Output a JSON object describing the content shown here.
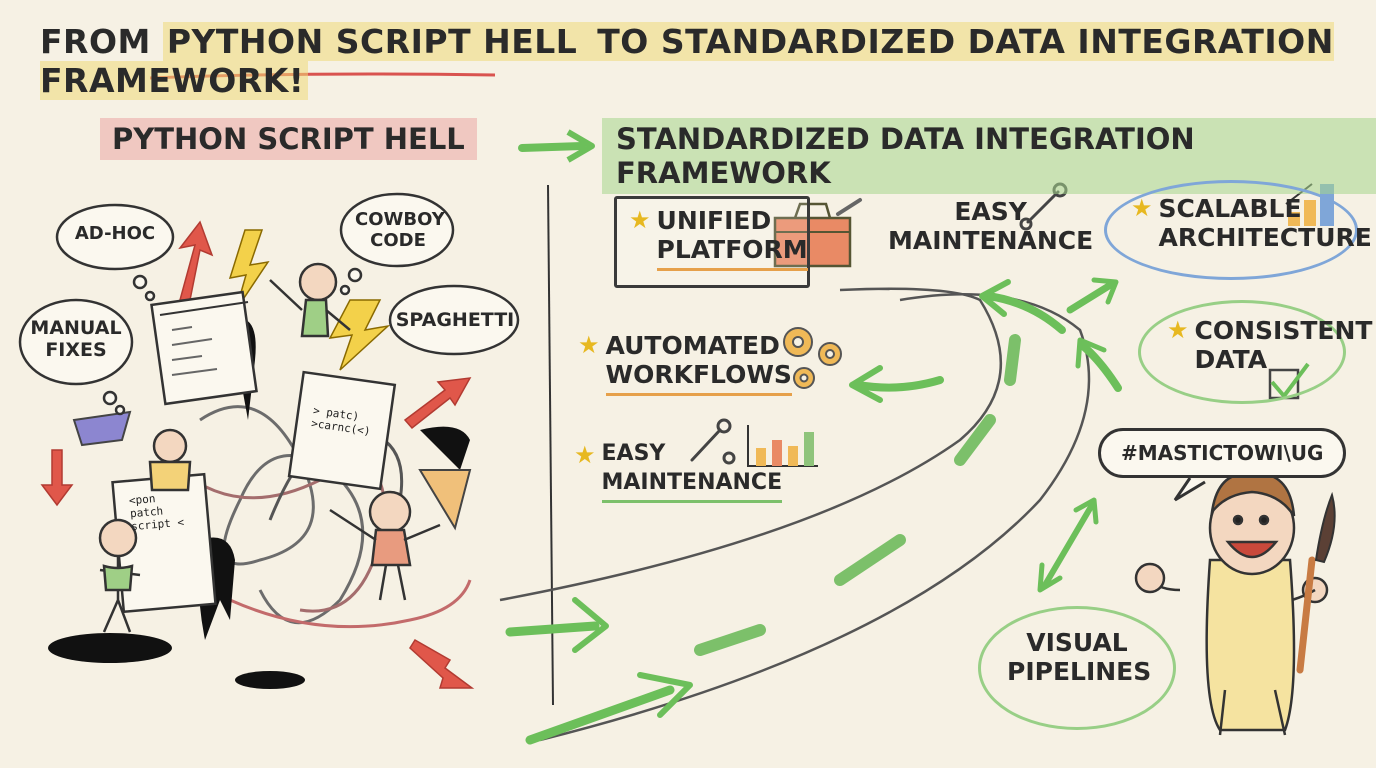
{
  "title": {
    "part1": "FROM ",
    "part2": "PYTHON SCRIPT HELL",
    "part3": " TO STANDARDIZED DATA INTEGRATION FRAMEWORK!"
  },
  "left": {
    "header": "PYTHON SCRIPT HELL",
    "bubbles": {
      "adhoc": "AD-HOC",
      "cowboy": "COWBOY\nCODE",
      "manual": "MANUAL\nFIXES",
      "spaghetti": "SPAGHETTI"
    },
    "doc_text": {
      "sheet1": "<pon\n patch\nscript <",
      "sheet2": "> patc)\n>carnc(<)"
    }
  },
  "right": {
    "header": "STANDARDIZED DATA INTEGRATION FRAMEWORK",
    "features": {
      "unified": "UNIFIED\nPLATFORM",
      "easy_top": "EASY\nMAINTENANCE",
      "scalable": "SCALABLE\nARCHITECTURE",
      "automated": "AUTOMATED\nWORKFLOWS",
      "consistent": "CONSISTENT\nDATA",
      "easy_bottom": "EASY\nMAINTENANCE",
      "visual": "VISUAL\nPIPELINES"
    },
    "speech": "#MASTICTOWI\\UG"
  },
  "icons": [
    "star-icon",
    "toolbox-icon",
    "wrench-icon",
    "gears-icon",
    "bar-chart-icon",
    "checkbox-icon",
    "paintbrush-icon"
  ],
  "colors": {
    "background": "#f6f1e4",
    "red_highlight": "#e89696",
    "green_highlight": "#a5d68c",
    "yellow_highlight": "#eed878",
    "arrow_green": "#6cbf5a",
    "arrow_red": "#e0574a",
    "star": "#e7b820"
  }
}
